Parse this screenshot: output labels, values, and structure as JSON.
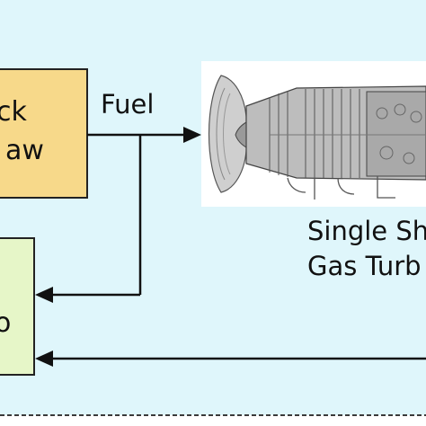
{
  "colors": {
    "canvas_background": "#dff6fb",
    "controller_box_fill": "#f7d98a",
    "controller_box_stroke": "#222222",
    "plant_box_fill": "#e6f6c8",
    "plant_box_stroke": "#222222",
    "line": "#111111"
  },
  "blocks": {
    "control_law": {
      "line1": "ck",
      "line2": "aw"
    },
    "lower_block": {
      "text": "o"
    }
  },
  "signals": {
    "fuel": "Fuel"
  },
  "turbine": {
    "image_icon": "gas-turbine-engine-icon",
    "caption_line1": "Single Sh",
    "caption_line2": "Gas Turb"
  }
}
